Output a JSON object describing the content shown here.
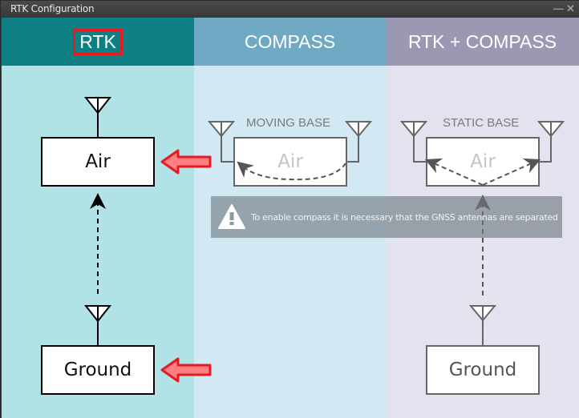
{
  "window": {
    "title": "RTK Configuration",
    "minimize_icon": "minimize-icon",
    "close_icon": "close-icon"
  },
  "tabs": [
    {
      "label": "RTK",
      "selected": true,
      "color": "#0e8083"
    },
    {
      "label": "COMPASS",
      "selected": false,
      "color": "#6fa9c4"
    },
    {
      "label": "RTK + COMPASS",
      "selected": false,
      "color": "#9b98b3"
    }
  ],
  "rtk_panel": {
    "air_label": "Air",
    "ground_label": "Ground",
    "highlight_color": "#e51b24"
  },
  "compass_panel": {
    "caption": "MOVING BASE",
    "air_label": "Air"
  },
  "rtk_compass_panel": {
    "caption": "STATIC BASE",
    "air_label": "Air",
    "ground_label": "Ground"
  },
  "warning": {
    "icon": "warning-icon",
    "text": "To enable compass it is necessary that the GNSS antennas are separated"
  }
}
